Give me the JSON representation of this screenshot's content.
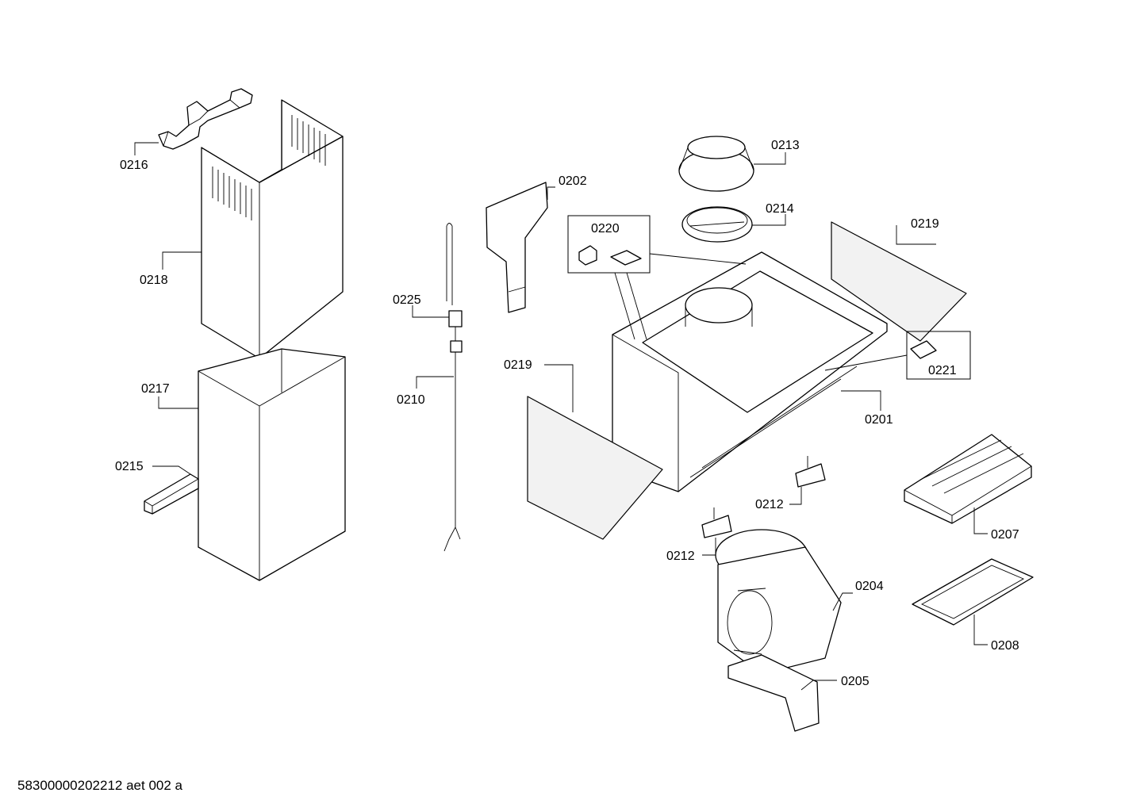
{
  "callouts": {
    "p0216": "0216",
    "p0218": "0218",
    "p0217": "0217",
    "p0215": "0215",
    "p0225": "0225",
    "p0210": "0210",
    "p0202": "0202",
    "p0213": "0213",
    "p0214": "0214",
    "p0220": "0220",
    "p0219_right": "0219",
    "p0219_left": "0219",
    "p0221": "0221",
    "p0201": "0201",
    "p0212_upper": "0212",
    "p0212_lower": "0212",
    "p0207": "0207",
    "p0204": "0204",
    "p0208": "0208",
    "p0205": "0205"
  },
  "footer": {
    "drawing_code": "58300000202212 aet 002 a"
  }
}
